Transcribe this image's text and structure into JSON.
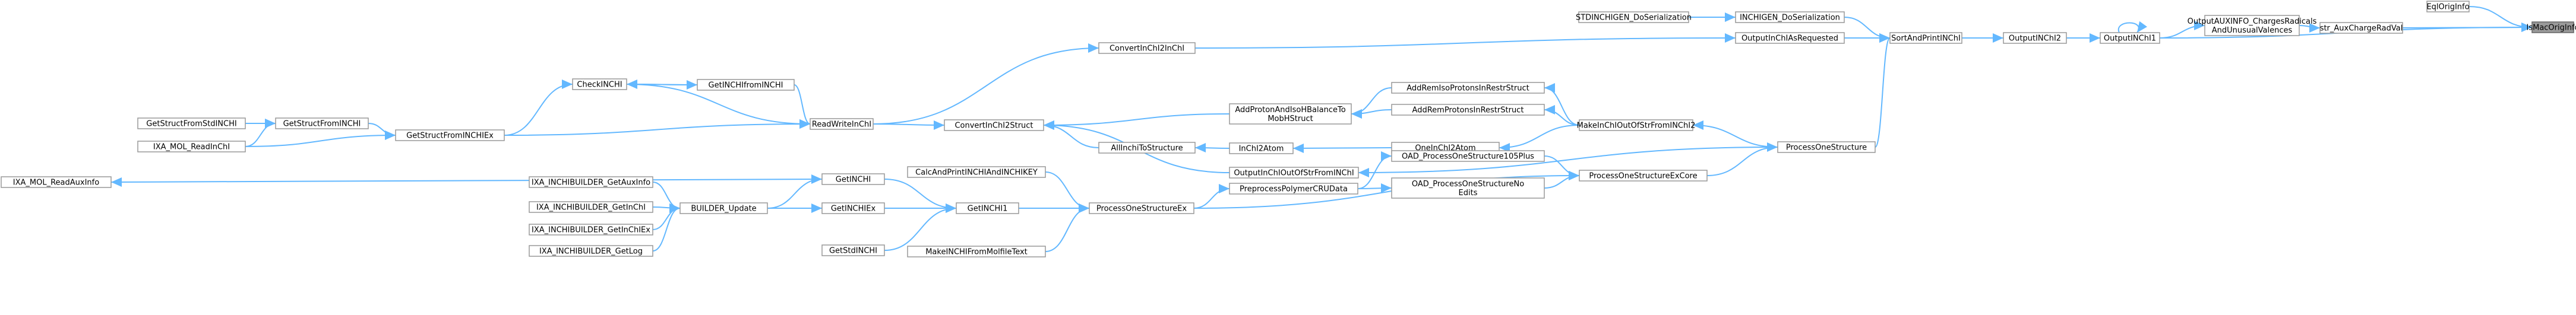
{
  "graph": {
    "target": "IsMacOrigInfo",
    "nodes": [
      {
        "id": "IsMacOrigInfo",
        "lines": [
          "IsMacOrigInfo"
        ],
        "target": true
      },
      {
        "id": "EqlOrigInfo",
        "lines": [
          "EqlOrigInfo"
        ]
      },
      {
        "id": "str_AuxChargeRadVal",
        "lines": [
          "str_AuxChargeRadVal"
        ]
      },
      {
        "id": "OutputAUXINFO_ChargesRadicalsAndUnusualValences",
        "lines": [
          "OutputAUXINFO_ChargesRadicals",
          "AndUnusualValences"
        ]
      },
      {
        "id": "OutputINChI1",
        "lines": [
          "OutputINChI1"
        ]
      },
      {
        "id": "OutputINChI2",
        "lines": [
          "OutputINChI2"
        ]
      },
      {
        "id": "SortAndPrintINChI",
        "lines": [
          "SortAndPrintINChI"
        ]
      },
      {
        "id": "INCHIGEN_DoSerialization",
        "lines": [
          "INCHIGEN_DoSerialization"
        ]
      },
      {
        "id": "STDINCHIGEN_DoSerialization",
        "lines": [
          "STDINCHIGEN_DoSerialization"
        ]
      },
      {
        "id": "OutputInChIAsRequested",
        "lines": [
          "OutputInChIAsRequested"
        ]
      },
      {
        "id": "ConvertInChI2InChI",
        "lines": [
          "ConvertInChI2InChI"
        ]
      },
      {
        "id": "ConvertInChI2Struct",
        "lines": [
          "ConvertInChI2Struct"
        ]
      },
      {
        "id": "ReadWriteInChI",
        "lines": [
          "ReadWriteInChI"
        ]
      },
      {
        "id": "CheckINCHI",
        "lines": [
          "CheckINCHI"
        ]
      },
      {
        "id": "GetINCHIfromINCHI",
        "lines": [
          "GetINCHIfromINCHI"
        ]
      },
      {
        "id": "GetStructFromINCHIEx",
        "lines": [
          "GetStructFromINCHIEx"
        ]
      },
      {
        "id": "GetStructFromINCHI",
        "lines": [
          "GetStructFromINCHI"
        ]
      },
      {
        "id": "GetStructFromStdINCHI",
        "lines": [
          "GetStructFromStdINCHI"
        ]
      },
      {
        "id": "IXA_MOL_ReadInChI",
        "lines": [
          "IXA_MOL_ReadInChI"
        ]
      },
      {
        "id": "IXA_MOL_ReadAuxInfo",
        "lines": [
          "IXA_MOL_ReadAuxInfo"
        ]
      },
      {
        "id": "ProcessOneStructure",
        "lines": [
          "ProcessOneStructure"
        ]
      },
      {
        "id": "MakeInChIOutOfStrFromINChI2",
        "lines": [
          "MakeInChIOutOfStrFromINChI2"
        ]
      },
      {
        "id": "AddRemIsoProtonsInRestrStruct",
        "lines": [
          "AddRemIsoProtonsInRestrStruct"
        ]
      },
      {
        "id": "AddRemProtonsInRestrStruct",
        "lines": [
          "AddRemProtonsInRestrStruct"
        ]
      },
      {
        "id": "AddProtonAndIsoHBalanceToMobHStruct",
        "lines": [
          "AddProtonAndIsoHBalanceTo",
          "MobHStruct"
        ]
      },
      {
        "id": "OneInChI2Atom",
        "lines": [
          "OneInChI2Atom"
        ]
      },
      {
        "id": "InChI2Atom",
        "lines": [
          "InChI2Atom"
        ]
      },
      {
        "id": "AllInchiToStructure",
        "lines": [
          "AllInchiToStructure"
        ]
      },
      {
        "id": "OutputInChIOutOfStrFromINChI",
        "lines": [
          "OutputInChIOutOfStrFromINChI"
        ]
      },
      {
        "id": "ProcessOneStructureExCore",
        "lines": [
          "ProcessOneStructureExCore"
        ]
      },
      {
        "id": "OAD_ProcessOneStructure105Plus",
        "lines": [
          "OAD_ProcessOneStructure105Plus"
        ]
      },
      {
        "id": "OAD_ProcessOneStructureNoEdits",
        "lines": [
          "OAD_ProcessOneStructureNo",
          "Edits"
        ]
      },
      {
        "id": "PreprocessPolymerCRUData",
        "lines": [
          "PreprocessPolymerCRUData"
        ]
      },
      {
        "id": "ProcessOneStructureEx",
        "lines": [
          "ProcessOneStructureEx"
        ]
      },
      {
        "id": "CalcAndPrintINCHIAndINCHIKEY",
        "lines": [
          "CalcAndPrintINCHIAndINCHIKEY"
        ]
      },
      {
        "id": "MakeINCHIFromMolfileText",
        "lines": [
          "MakeINCHIFromMolfileText"
        ]
      },
      {
        "id": "GetINCHI1",
        "lines": [
          "GetINCHI1"
        ]
      },
      {
        "id": "GetINCHI",
        "lines": [
          "GetINCHI"
        ]
      },
      {
        "id": "GetINCHIEx",
        "lines": [
          "GetINCHIEx"
        ]
      },
      {
        "id": "GetStdINCHI",
        "lines": [
          "GetStdINCHI"
        ]
      },
      {
        "id": "BUILDER_Update",
        "lines": [
          "BUILDER_Update"
        ]
      },
      {
        "id": "IXA_INCHIBUILDER_GetAuxInfo",
        "lines": [
          "IXA_INCHIBUILDER_GetAuxInfo"
        ]
      },
      {
        "id": "IXA_INCHIBUILDER_GetInChI",
        "lines": [
          "IXA_INCHIBUILDER_GetInChI"
        ]
      },
      {
        "id": "IXA_INCHIBUILDER_GetInChIEx",
        "lines": [
          "IXA_INCHIBUILDER_GetInChIEx"
        ]
      },
      {
        "id": "IXA_INCHIBUILDER_GetLog",
        "lines": [
          "IXA_INCHIBUILDER_GetLog"
        ]
      }
    ],
    "edges": [
      {
        "from": "EqlOrigInfo",
        "to": "IsMacOrigInfo"
      },
      {
        "from": "str_AuxChargeRadVal",
        "to": "IsMacOrigInfo"
      },
      {
        "from": "OutputINChI1",
        "to": "IsMacOrigInfo"
      },
      {
        "from": "OutputAUXINFO_ChargesRadicalsAndUnusualValences",
        "to": "str_AuxChargeRadVal"
      },
      {
        "from": "OutputINChI1",
        "to": "OutputAUXINFO_ChargesRadicalsAndUnusualValences"
      },
      {
        "from": "OutputINChI1",
        "to": "OutputINChI1"
      },
      {
        "from": "OutputINChI2",
        "to": "OutputINChI1"
      },
      {
        "from": "SortAndPrintINChI",
        "to": "OutputINChI2"
      },
      {
        "from": "INCHIGEN_DoSerialization",
        "to": "SortAndPrintINChI"
      },
      {
        "from": "STDINCHIGEN_DoSerialization",
        "to": "INCHIGEN_DoSerialization"
      },
      {
        "from": "OutputInChIAsRequested",
        "to": "SortAndPrintINChI"
      },
      {
        "from": "ProcessOneStructure",
        "to": "SortAndPrintINChI"
      },
      {
        "from": "ConvertInChI2InChI",
        "to": "OutputInChIAsRequested"
      },
      {
        "from": "ReadWriteInChI",
        "to": "ConvertInChI2InChI"
      },
      {
        "from": "ReadWriteInChI",
        "to": "ConvertInChI2Struct"
      },
      {
        "from": "CheckINCHI",
        "to": "ReadWriteInChI"
      },
      {
        "from": "GetINCHIfromINCHI",
        "to": "ReadWriteInChI"
      },
      {
        "from": "GetStructFromINCHIEx",
        "to": "ReadWriteInChI"
      },
      {
        "from": "GetINCHIfromINCHI",
        "to": "CheckINCHI"
      },
      {
        "from": "CheckINCHI",
        "to": "GetINCHIfromINCHI"
      },
      {
        "from": "GetStructFromINCHIEx",
        "to": "CheckINCHI"
      },
      {
        "from": "GetStructFromINCHI",
        "to": "GetStructFromINCHIEx"
      },
      {
        "from": "IXA_MOL_ReadInChI",
        "to": "GetStructFromINCHIEx"
      },
      {
        "from": "GetStructFromStdINCHI",
        "to": "GetStructFromINCHI"
      },
      {
        "from": "IXA_MOL_ReadInChI",
        "to": "GetStructFromINCHI"
      },
      {
        "from": "GetINCHI",
        "to": "IXA_MOL_ReadAuxInfo"
      },
      {
        "from": "AddProtonAndIsoHBalanceToMobHStruct",
        "to": "ConvertInChI2Struct"
      },
      {
        "from": "AllInchiToStructure",
        "to": "ConvertInChI2Struct"
      },
      {
        "from": "OutputInChIOutOfStrFromINChI",
        "to": "ConvertInChI2Struct"
      },
      {
        "from": "AddRemIsoProtonsInRestrStruct",
        "to": "AddProtonAndIsoHBalanceToMobHStruct"
      },
      {
        "from": "AddRemProtonsInRestrStruct",
        "to": "AddProtonAndIsoHBalanceToMobHStruct"
      },
      {
        "from": "MakeInChIOutOfStrFromINChI2",
        "to": "AddRemIsoProtonsInRestrStruct"
      },
      {
        "from": "MakeInChIOutOfStrFromINChI2",
        "to": "AddRemProtonsInRestrStruct"
      },
      {
        "from": "MakeInChIOutOfStrFromINChI2",
        "to": "OneInChI2Atom"
      },
      {
        "from": "OneInChI2Atom",
        "to": "InChI2Atom"
      },
      {
        "from": "InChI2Atom",
        "to": "AllInchiToStructure"
      },
      {
        "from": "ProcessOneStructure",
        "to": "MakeInChIOutOfStrFromINChI2"
      },
      {
        "from": "ProcessOneStructure",
        "to": "OutputInChIOutOfStrFromINChI"
      },
      {
        "from": "ProcessOneStructureExCore",
        "to": "ProcessOneStructure"
      },
      {
        "from": "OAD_ProcessOneStructure105Plus",
        "to": "ProcessOneStructureExCore"
      },
      {
        "from": "OAD_ProcessOneStructureNoEdits",
        "to": "ProcessOneStructureExCore"
      },
      {
        "from": "ProcessOneStructureEx",
        "to": "ProcessOneStructureExCore"
      },
      {
        "from": "PreprocessPolymerCRUData",
        "to": "OAD_ProcessOneStructure105Plus"
      },
      {
        "from": "PreprocessPolymerCRUData",
        "to": "OAD_ProcessOneStructureNoEdits"
      },
      {
        "from": "ProcessOneStructureEx",
        "to": "PreprocessPolymerCRUData"
      },
      {
        "from": "CalcAndPrintINCHIAndINCHIKEY",
        "to": "ProcessOneStructureEx"
      },
      {
        "from": "GetINCHI1",
        "to": "ProcessOneStructureEx"
      },
      {
        "from": "MakeINCHIFromMolfileText",
        "to": "ProcessOneStructureEx"
      },
      {
        "from": "GetINCHI",
        "to": "GetINCHI1"
      },
      {
        "from": "GetINCHIEx",
        "to": "GetINCHI1"
      },
      {
        "from": "GetStdINCHI",
        "to": "GetINCHI1"
      },
      {
        "from": "BUILDER_Update",
        "to": "GetINCHI"
      },
      {
        "from": "BUILDER_Update",
        "to": "GetINCHIEx"
      },
      {
        "from": "IXA_INCHIBUILDER_GetAuxInfo",
        "to": "BUILDER_Update"
      },
      {
        "from": "IXA_INCHIBUILDER_GetInChI",
        "to": "BUILDER_Update"
      },
      {
        "from": "IXA_INCHIBUILDER_GetInChIEx",
        "to": "BUILDER_Update"
      },
      {
        "from": "IXA_INCHIBUILDER_GetLog",
        "to": "BUILDER_Update"
      }
    ]
  }
}
